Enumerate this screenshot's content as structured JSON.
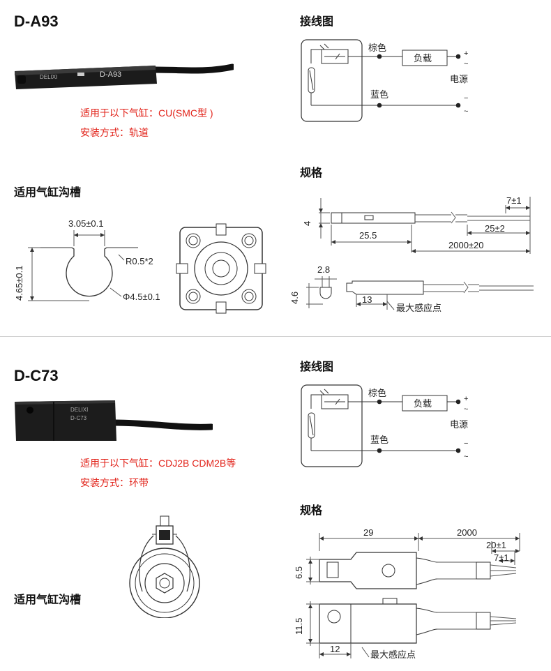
{
  "a93": {
    "model": "D-A93",
    "product_label": "D-A93",
    "brand": "DELIXI",
    "wiring_title": "接线图",
    "wiring": {
      "brown": "棕色",
      "blue": "蓝色",
      "load": "负载",
      "power": "电源",
      "plus": "+",
      "minus": "−",
      "ac": "~"
    },
    "fit_line": "适用于以下气缸：CU(SMC型 )",
    "mount_line": "安装方式：轨道",
    "groove_title": "适用气缸沟槽",
    "groove": {
      "width": "3.05±0.1",
      "height": "4.65±0.1",
      "radius": "R0.5*2",
      "diameter": "Φ4.5±0.1"
    },
    "spec_title": "规格",
    "spec": {
      "h": "4",
      "len": "25.5",
      "strip": "7±1",
      "wire": "25±2",
      "cable": "2000±20",
      "w": "2.8",
      "h2": "4.6",
      "sense": "13",
      "sense_label": "最大感应点"
    }
  },
  "c73": {
    "model": "D-C73",
    "product_label": "D-C73",
    "brand": "DELIXI",
    "wiring_title": "接线图",
    "wiring": {
      "brown": "棕色",
      "blue": "蓝色",
      "load": "负载",
      "power": "电源",
      "plus": "+",
      "minus": "−",
      "ac": "~"
    },
    "fit_line": "适用于以下气缸：CDJ2B CDM2B等",
    "mount_line": "安装方式：环带",
    "groove_title": "适用气缸沟槽",
    "spec_title": "规格",
    "spec": {
      "len": "29",
      "cable": "2000",
      "strip": "20±1",
      "wire": "7±1",
      "h": "6.5",
      "h2": "11.5",
      "sense": "12",
      "sense_label": "最大感应点"
    }
  }
}
